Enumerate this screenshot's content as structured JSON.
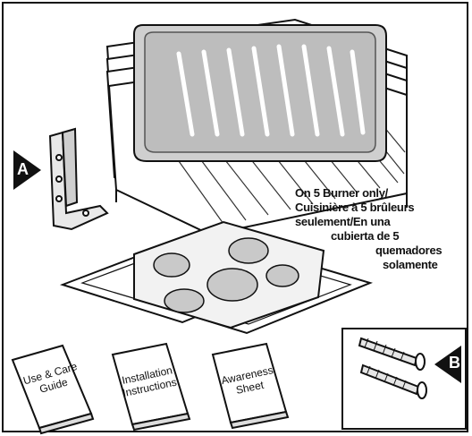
{
  "diagram": {
    "markers": {
      "a": "A",
      "b": "B"
    },
    "note_lines": [
      "On 5 Burner only/",
      "Cuisinière à 5 brûleurs",
      "seulement/En una",
      "cubierta de 5",
      "quemadores",
      "solamente"
    ],
    "booklets": [
      {
        "line1": "Use & Care",
        "line2": "Guide"
      },
      {
        "line1": "Installation",
        "line2": "Instructions"
      },
      {
        "line1": "Awareness",
        "line2": "Sheet"
      }
    ]
  }
}
